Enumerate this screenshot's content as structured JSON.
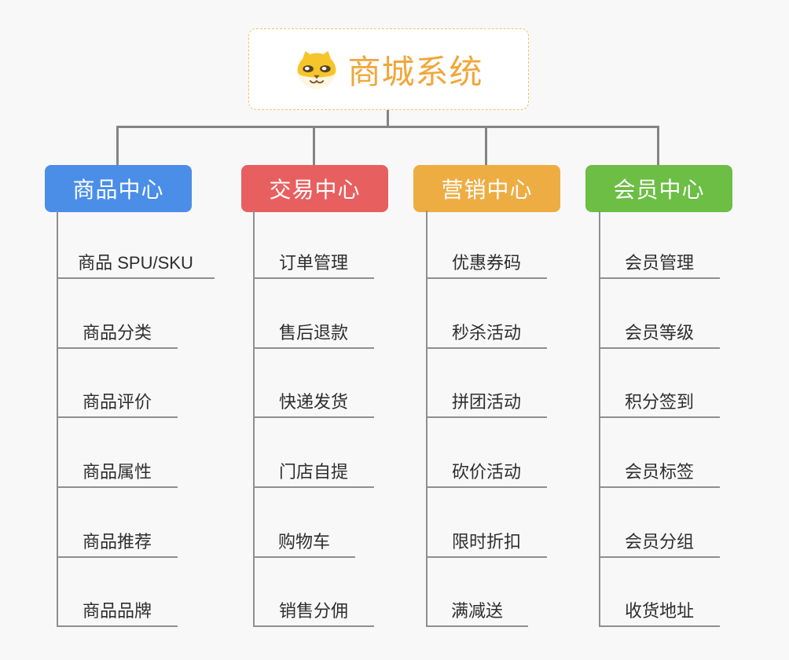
{
  "page": {
    "background_color": "#F8F8F8",
    "connector_color": "#848484",
    "underline_color": "#8F8F8F"
  },
  "root": {
    "title": "商城系统",
    "icon": "dog-face-icon",
    "title_color": "#F0A73B",
    "border_color": "#F2C46E"
  },
  "branches": [
    {
      "label": "商品中心",
      "color": "#4A8EE8",
      "items": [
        "商品 SPU/SKU",
        "商品分类",
        "商品评价",
        "商品属性",
        "商品推荐",
        "商品品牌"
      ]
    },
    {
      "label": "交易中心",
      "color": "#E85F5F",
      "items": [
        "订单管理",
        "售后退款",
        "快递发货",
        "门店自提",
        "购物车",
        "销售分佣"
      ]
    },
    {
      "label": "营销中心",
      "color": "#EEAD42",
      "items": [
        "优惠券码",
        "秒杀活动",
        "拼团活动",
        "砍价活动",
        "限时折扣",
        "满减送"
      ]
    },
    {
      "label": "会员中心",
      "color": "#6CBE45",
      "items": [
        "会员管理",
        "会员等级",
        "积分签到",
        "会员标签",
        "会员分组",
        "收货地址"
      ]
    }
  ]
}
